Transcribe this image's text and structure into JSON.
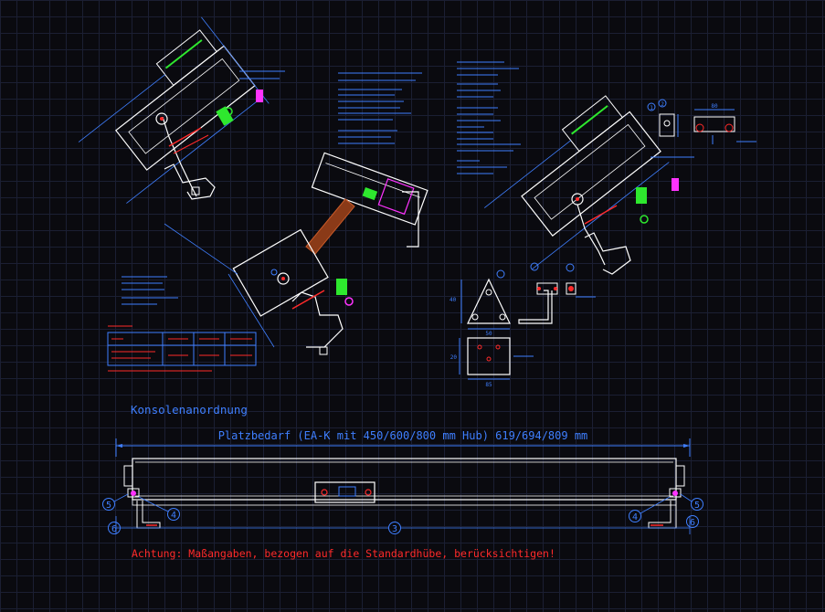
{
  "colors": {
    "background": "#0a0a0f",
    "grid": "#1b1f33",
    "outline": "#ffffff",
    "dimension": "#3f7fff",
    "note": "#ff2a2a",
    "brace": "#2ee82e",
    "fitting": "#ff33ff",
    "rod": "#8a3a18"
  },
  "section": {
    "title": "Konsolenanordnung",
    "space_requirement": "Platzbedarf (EA-K mit 450/600/800 mm Hub) 619/694/809 mm",
    "warning": "Achtung: Maßangaben, bezogen auf die Standardhübe, berücksichtigen!"
  },
  "callouts": {
    "left_upper": "5",
    "left_mid": "4",
    "left_lower": "6",
    "center": "3",
    "right_upper": "5",
    "right_mid": "4",
    "right_lower": "6",
    "detail_1": "1",
    "detail_2": "2"
  },
  "detail": {
    "dim_top": "80",
    "dim_side": "20",
    "dim_base": "50",
    "dim_width": "85",
    "dim_h": "40"
  }
}
